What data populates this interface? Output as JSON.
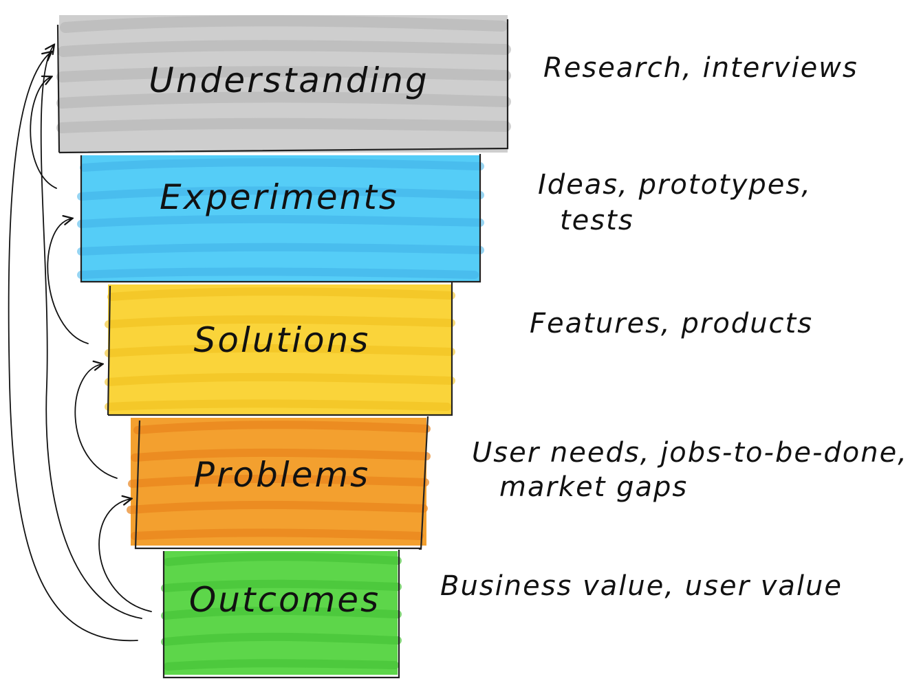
{
  "levels": [
    {
      "label": "Understanding",
      "note_lines": [
        "Research, interviews"
      ],
      "color": "#c9c9c9"
    },
    {
      "label": "Experiments",
      "note_lines": [
        "Ideas, prototypes,",
        "tests"
      ],
      "color": "#55cdf7"
    },
    {
      "label": "Solutions",
      "note_lines": [
        "Features, products"
      ],
      "color": "#fad43a"
    },
    {
      "label": "Problems",
      "note_lines": [
        "User needs, jobs-to-be-done,",
        "market gaps"
      ],
      "color": "#f3a02f"
    },
    {
      "label": "Outcomes",
      "note_lines": [
        "Business value, user value"
      ],
      "color": "#5dd64a"
    }
  ]
}
